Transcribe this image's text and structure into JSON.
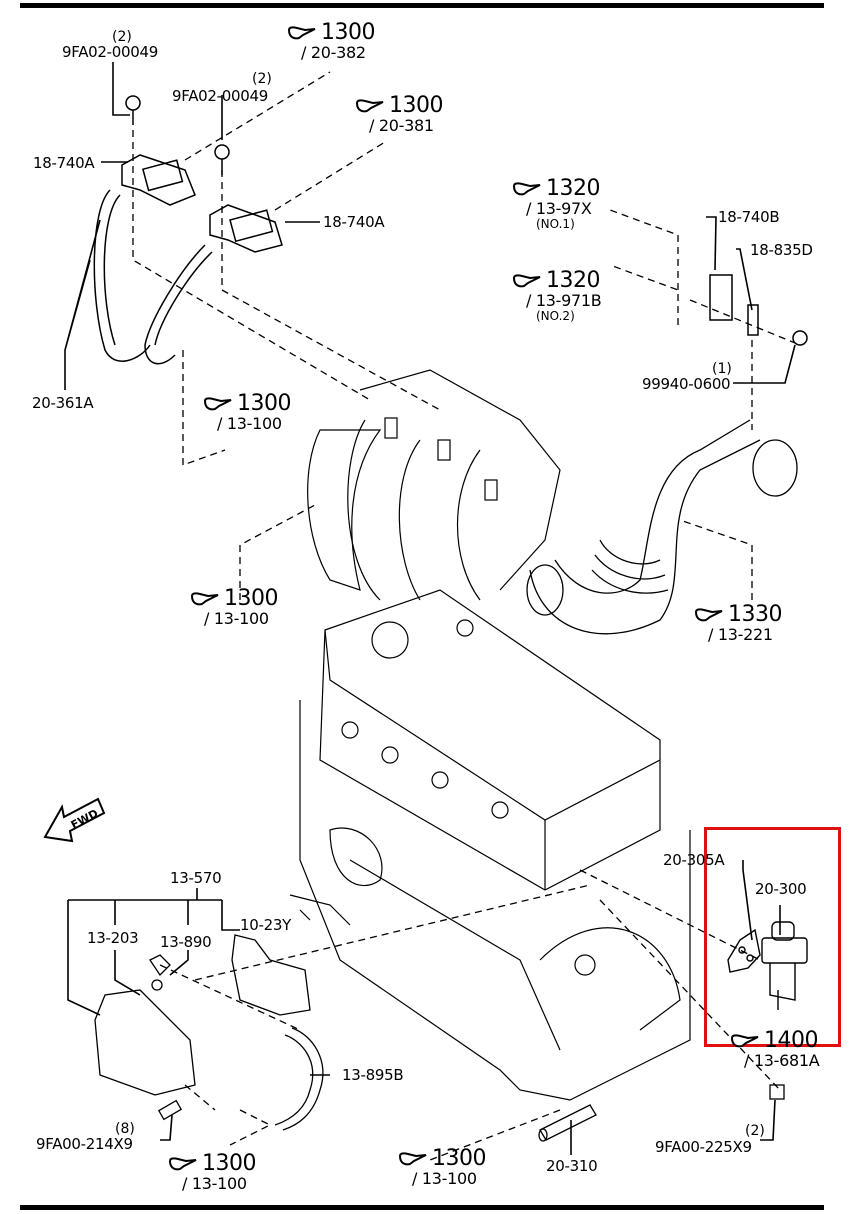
{
  "diagram": {
    "type": "exploded parts diagram",
    "subject": "Engine – intake manifold, EGR valve, vacuum hoses, PCV area",
    "direction_marker": "FWD",
    "highlight_color": "#e01010",
    "highlighted_part": "20-300"
  },
  "part_labels": [
    {
      "id": "p1",
      "number": "9FA02-00049",
      "qty": "(2)"
    },
    {
      "id": "p2",
      "number": "9FA02-00049",
      "qty": "(2)"
    },
    {
      "id": "p3",
      "number": "18-740A",
      "qty": ""
    },
    {
      "id": "p4",
      "number": "18-740A",
      "qty": ""
    },
    {
      "id": "p5",
      "number": "20-361A",
      "qty": ""
    },
    {
      "id": "p6",
      "number": "18-740B",
      "qty": ""
    },
    {
      "id": "p7",
      "number": "18-835D",
      "qty": ""
    },
    {
      "id": "p8",
      "number": "99940-0600",
      "qty": "(1)"
    },
    {
      "id": "p9",
      "number": "13-570",
      "qty": ""
    },
    {
      "id": "p10",
      "number": "13-203",
      "qty": ""
    },
    {
      "id": "p11",
      "number": "13-890",
      "qty": ""
    },
    {
      "id": "p12",
      "number": "10-23Y",
      "qty": ""
    },
    {
      "id": "p13",
      "number": "13-895B",
      "qty": ""
    },
    {
      "id": "p14",
      "number": "9FA00-214X9",
      "qty": "(8)"
    },
    {
      "id": "p15",
      "number": "20-305A",
      "qty": ""
    },
    {
      "id": "p16",
      "number": "20-300",
      "qty": ""
    },
    {
      "id": "p17",
      "number": "9FA00-225X9",
      "qty": "(2)"
    },
    {
      "id": "p18",
      "number": "20-310",
      "qty": ""
    }
  ],
  "references": [
    {
      "id": "r1",
      "group": "1300",
      "figure": "/ 20-382",
      "note": ""
    },
    {
      "id": "r2",
      "group": "1300",
      "figure": "/ 20-381",
      "note": ""
    },
    {
      "id": "r3",
      "group": "1320",
      "figure": "/ 13-97X",
      "note": "(NO.1)"
    },
    {
      "id": "r4",
      "group": "1320",
      "figure": "/ 13-971B",
      "note": "(NO.2)"
    },
    {
      "id": "r5",
      "group": "1300",
      "figure": "/ 13-100",
      "note": ""
    },
    {
      "id": "r6",
      "group": "1300",
      "figure": "/ 13-100",
      "note": ""
    },
    {
      "id": "r7",
      "group": "1330",
      "figure": "/ 13-221",
      "note": ""
    },
    {
      "id": "r8",
      "group": "1400",
      "figure": "/ 13-681A",
      "note": ""
    },
    {
      "id": "r9",
      "group": "1300",
      "figure": "/ 13-100",
      "note": ""
    },
    {
      "id": "r10",
      "group": "1300",
      "figure": "/ 13-100",
      "note": ""
    }
  ],
  "icons": {
    "reference": "pointing-hand-icon",
    "direction": "fwd-arrow-icon"
  }
}
